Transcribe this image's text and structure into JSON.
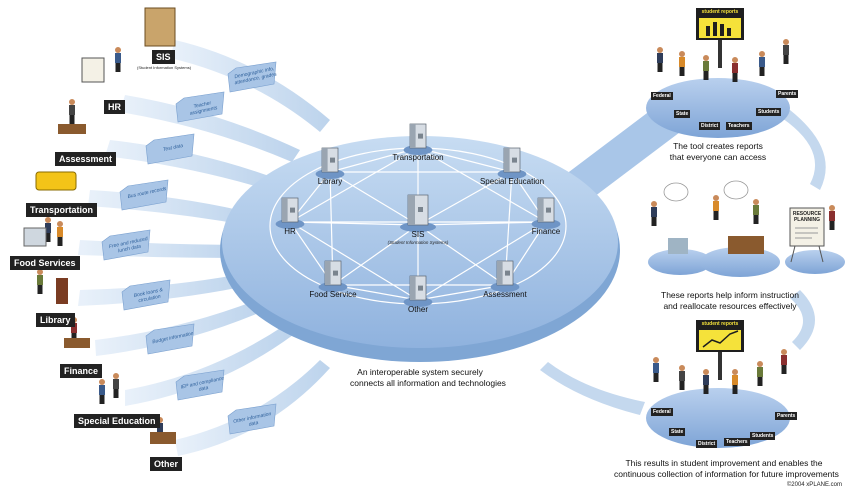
{
  "network": {
    "nodes": [
      {
        "key": "library",
        "label": "Library"
      },
      {
        "key": "transportation",
        "label": "Transportation"
      },
      {
        "key": "special_education",
        "label": "Special Education"
      },
      {
        "key": "hr",
        "label": "HR"
      },
      {
        "key": "sis",
        "label": "SIS"
      },
      {
        "key": "finance",
        "label": "Finance"
      },
      {
        "key": "food_service",
        "label": "Food Service"
      },
      {
        "key": "other",
        "label": "Other"
      },
      {
        "key": "assessment",
        "label": "Assessment"
      }
    ],
    "sis_subtitle": "(Student Information Systems)",
    "caption": [
      "An interoperable system securely",
      "connects all information and technologies"
    ]
  },
  "sources": [
    {
      "label": "SIS",
      "sublabel": "(Student Information Systems)",
      "folder_text": "Demographic info, attendance, grades"
    },
    {
      "label": "HR",
      "folder_text": "Teacher assignments"
    },
    {
      "label": "Assessment",
      "folder_text": "Test data"
    },
    {
      "label": "Transportation",
      "folder_text": "Bus route records"
    },
    {
      "label": "Food Services",
      "folder_text": "Free and reduced lunch data"
    },
    {
      "label": "Library",
      "folder_text": "Book loans & circulation"
    },
    {
      "label": "Finance",
      "folder_text": "Budget information"
    },
    {
      "label": "Special Education",
      "folder_text": "IEP and compliance data"
    },
    {
      "label": "Other",
      "folder_text": "Other information data"
    }
  ],
  "report_top": {
    "screen_title": "student reports",
    "roles": [
      "Federal",
      "State",
      "District",
      "Teachers",
      "Students",
      "Parents"
    ],
    "caption": [
      "The tool creates reports",
      "that everyone can access"
    ]
  },
  "resource_panel": {
    "sign": [
      "RESOURCE",
      "PLANNING"
    ],
    "caption": [
      "These reports help inform instruction",
      "and reallocate resources effectively"
    ]
  },
  "report_bottom": {
    "screen_title": "student reports",
    "roles": [
      "Federal",
      "State",
      "District",
      "Teachers",
      "Students",
      "Parents"
    ],
    "caption": [
      "This results in student improvement and enables the",
      "continuous collection of information for future improvements"
    ]
  },
  "copyright": "©2004 xPLANE.com",
  "colors": {
    "disc": "#a8c6e8",
    "disc_edge": "#7fa6d4",
    "arrow": "#c4d8ee",
    "folder": "#a9c5e6",
    "platform": "#9bbbe3"
  }
}
